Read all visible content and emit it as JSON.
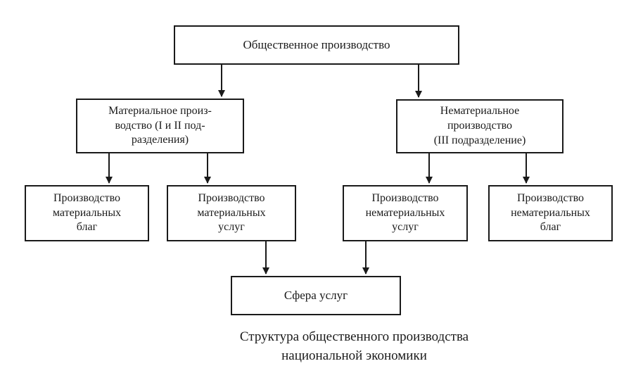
{
  "diagram": {
    "root_box": {
      "label": "Общественное производство"
    },
    "material_box": {
      "line1": "Материальное произ-",
      "line2": "водство (I и II под-",
      "line3": "разделения)"
    },
    "nonmaterial_box": {
      "line1": "Нематериальное",
      "line2": "производство",
      "line3": "(III подразделение)"
    },
    "material_goods_box": {
      "line1": "Производство",
      "line2": "материальных",
      "line3": "благ"
    },
    "material_services_box": {
      "line1": "Производство",
      "line2": "материальных",
      "line3": "услуг"
    },
    "nonmaterial_services_box": {
      "line1": "Производство",
      "line2": "нематериальных",
      "line3": "услуг"
    },
    "nonmaterial_goods_box": {
      "line1": "Производство",
      "line2": "нематериальных",
      "line3": "благ"
    },
    "services_box": {
      "label": "Сфера услуг"
    },
    "caption": {
      "line1": "Структура общественного производства",
      "line2": "национальной экономики"
    },
    "colors": {
      "line": "#1a1a1a",
      "background": "#ffffff"
    }
  }
}
